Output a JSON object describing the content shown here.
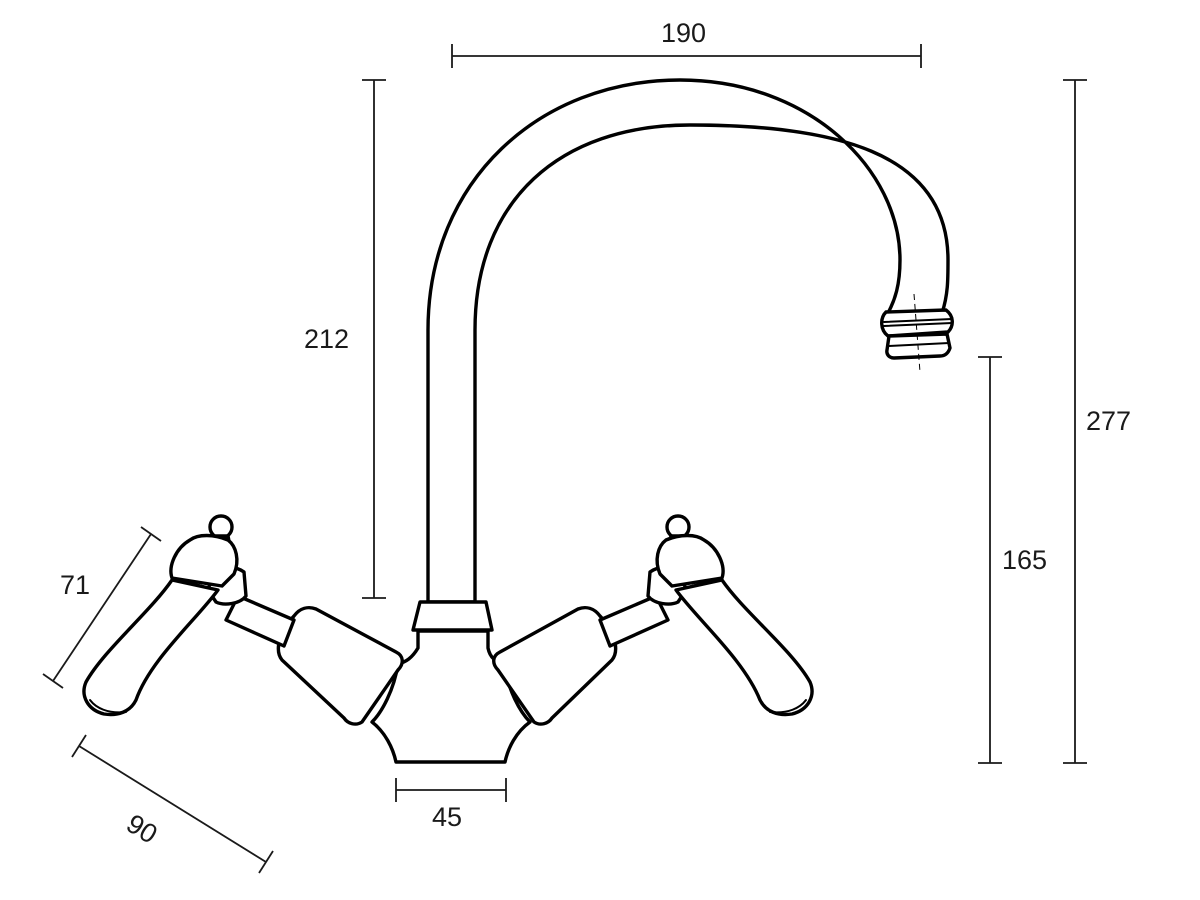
{
  "drawing": {
    "subject": "Dual lever basin mixer tap with swivel gooseneck spout",
    "units": "mm",
    "stroke_color": "#000000",
    "background_color": "#ffffff",
    "dimensions": {
      "spout_reach": {
        "label": "190",
        "value": 190,
        "orientation": "horizontal"
      },
      "spout_height_above_body": {
        "label": "212",
        "value": 212,
        "orientation": "vertical"
      },
      "overall_height": {
        "label": "277",
        "value": 277,
        "orientation": "vertical"
      },
      "outlet_height": {
        "label": "165",
        "value": 165,
        "orientation": "vertical"
      },
      "lever_height": {
        "label": "71",
        "value": 71,
        "orientation": "diagonal"
      },
      "lever_length": {
        "label": "90",
        "value": 90,
        "orientation": "diagonal"
      },
      "base_width": {
        "label": "45",
        "value": 45,
        "orientation": "horizontal"
      }
    }
  }
}
